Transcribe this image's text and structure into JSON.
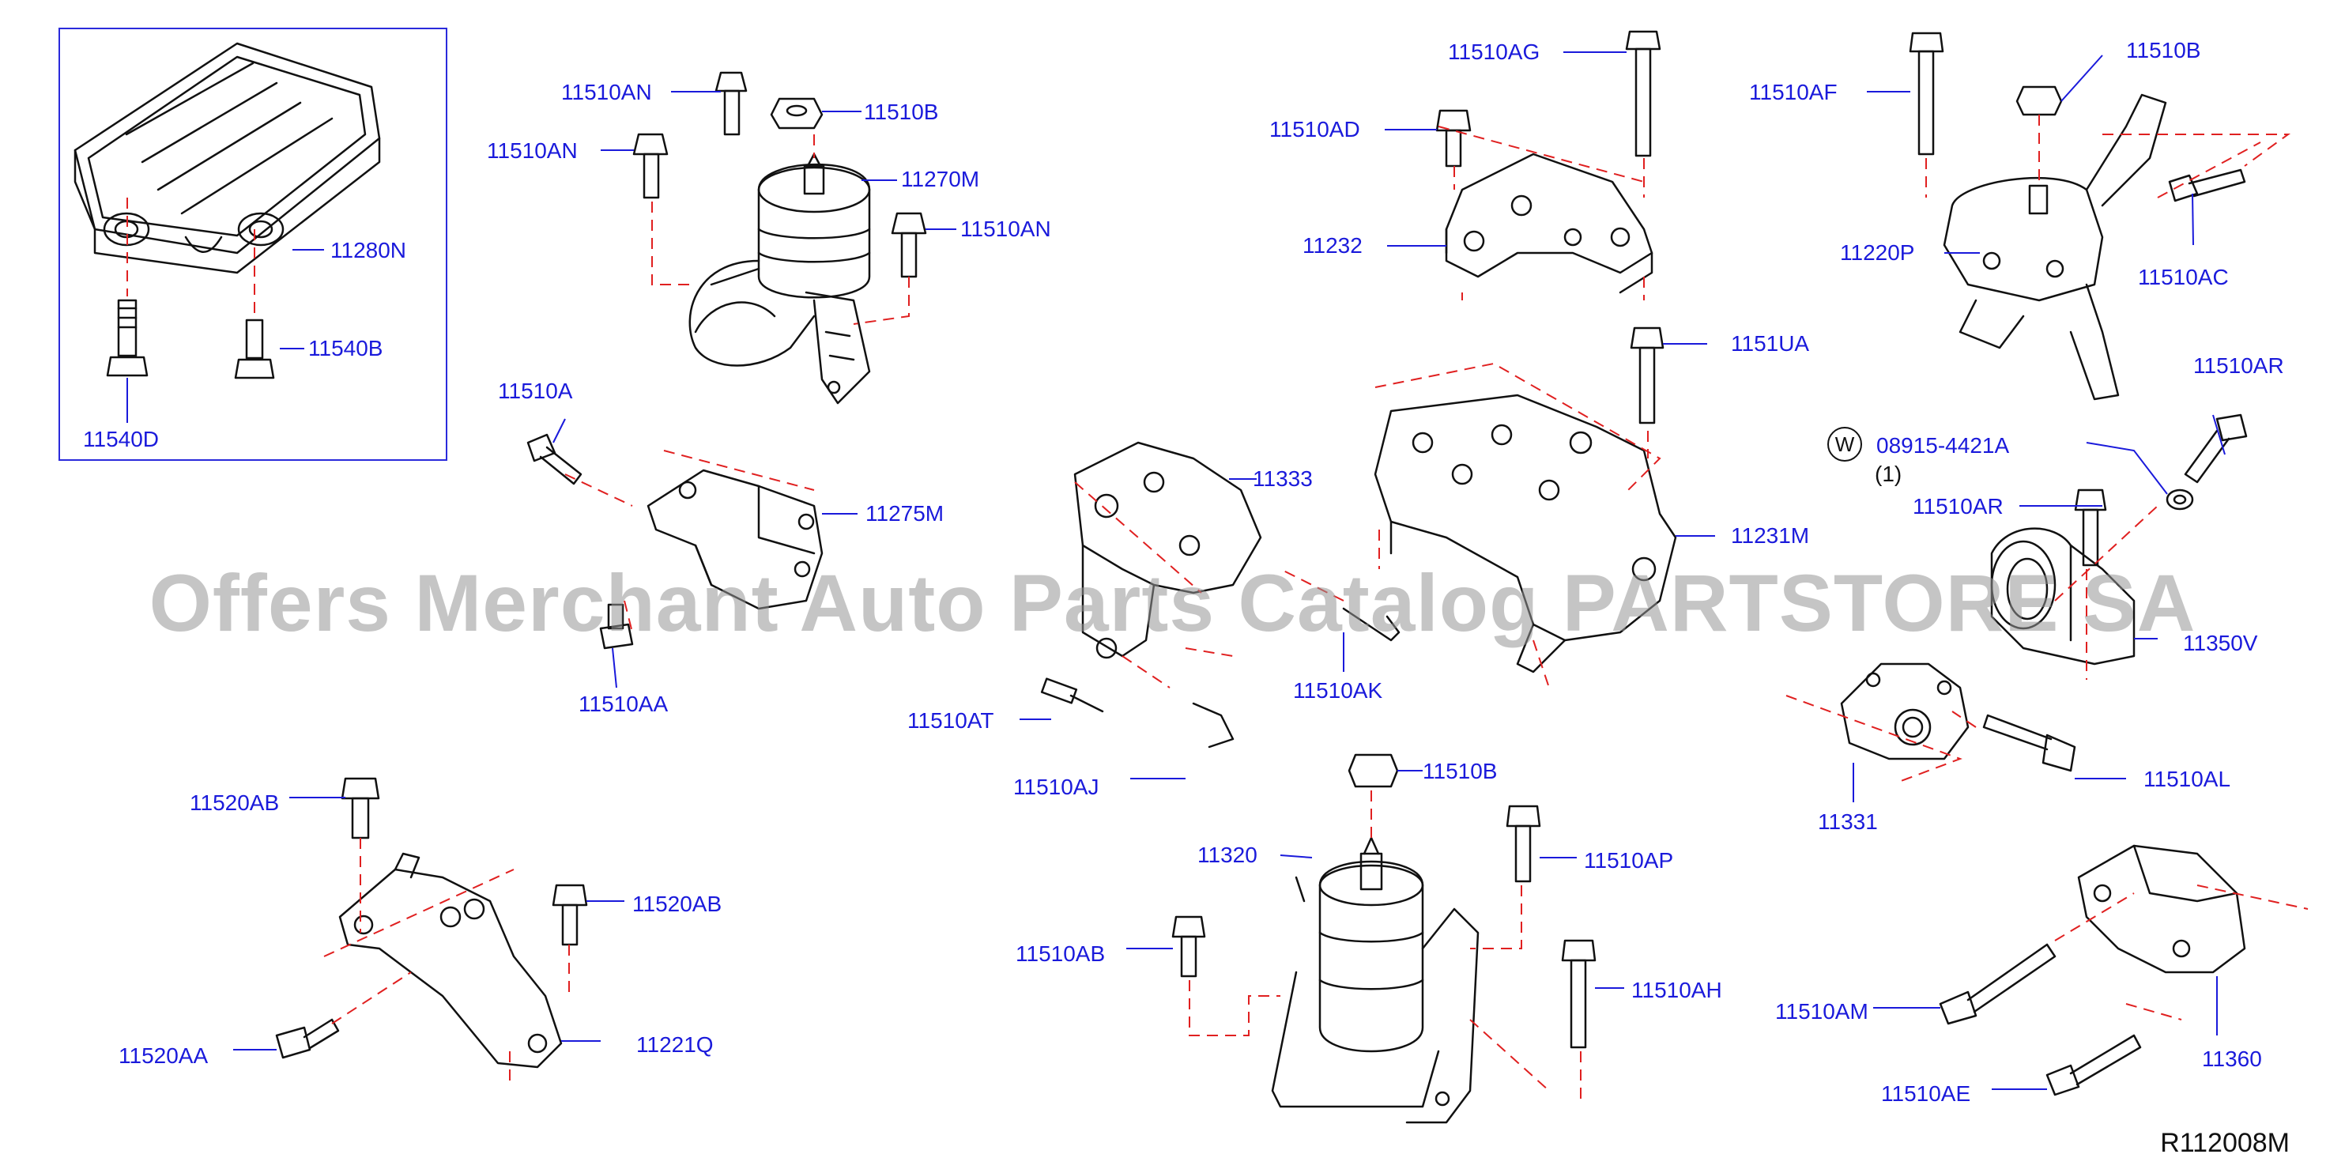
{
  "diagram": {
    "id": "R112008M",
    "watermark": "Offers Merchant Auto Parts Catalog PARTSTORE SA",
    "w_symbol": "W",
    "colors": {
      "label": "#1a1adb",
      "leader": "#1a1adb",
      "dash": "#e02020",
      "line": "#111111"
    },
    "labels": {
      "p11510AN_a": "11510AN",
      "p11510B_a": "11510B",
      "p11510AN_b": "11510AN",
      "p11270M": "11270M",
      "p11510AN_c": "11510AN",
      "p11280N": "11280N",
      "p11540B": "11540B",
      "p11540D": "11540D",
      "p11510AG": "11510AG",
      "p11510AD": "11510AD",
      "p11232": "11232",
      "p11510AF": "11510AF",
      "p11510B_b": "11510B",
      "p11220P": "11220P",
      "p11510AC": "11510AC",
      "p11510A": "11510A",
      "p11275M": "11275M",
      "p11510AA": "11510AA",
      "p11333": "11333",
      "p1151UA": "1151UA",
      "p11231M": "11231M",
      "p11510AR_a": "11510AR",
      "p08915": "08915-4421A",
      "p08915_qty": "(1)",
      "p11510AR_b": "11510AR",
      "p11350V": "11350V",
      "p11510AK": "11510AK",
      "p11510AT": "11510AT",
      "p11510AJ": "11510AJ",
      "p11331": "11331",
      "p11510AL": "11510AL",
      "p11520AB_a": "11520AB",
      "p11520AB_b": "11520AB",
      "p11510B_c": "11510B",
      "p11320": "11320",
      "p11510AP": "11510AP",
      "p11510AB": "11510AB",
      "p11510AH": "11510AH",
      "p11510AM": "11510AM",
      "p11360": "11360",
      "p11510AE": "11510AE",
      "p11520AA": "11520AA",
      "p11221Q": "11221Q"
    }
  }
}
